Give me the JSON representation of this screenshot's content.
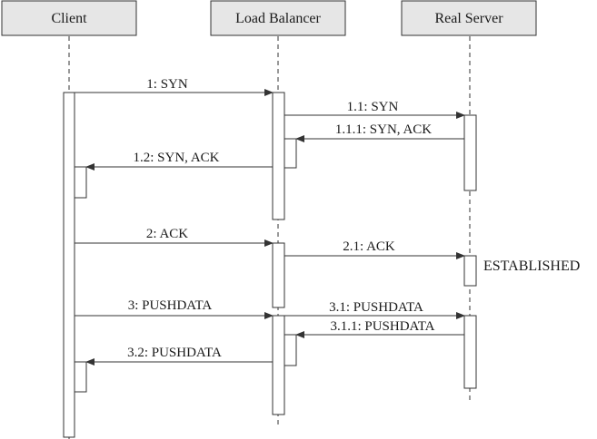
{
  "participants": {
    "client": "Client",
    "lb": "Load Balancer",
    "server": "Real Server"
  },
  "messages": {
    "m1": "1: SYN",
    "m11": "1.1: SYN",
    "m111": "1.1.1: SYN, ACK",
    "m12": "1.2: SYN, ACK",
    "m2": "2: ACK",
    "m21": "2.1: ACK",
    "m3": "3: PUSHDATA",
    "m31": "3.1: PUSHDATA",
    "m311": "3.1.1: PUSHDATA",
    "m32": "3.2: PUSHDATA"
  },
  "notes": {
    "established": "ESTABLISHED"
  }
}
